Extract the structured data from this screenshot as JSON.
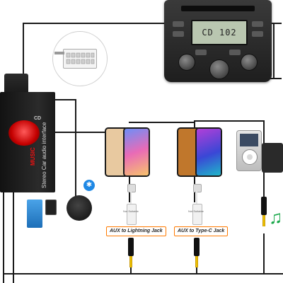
{
  "head_unit": {
    "display_text": "CD 102"
  },
  "interface_box": {
    "side_text": "Stereo Car audio interface",
    "brand_text": "MUSIC",
    "top_text": "CD"
  },
  "adapters": [
    {
      "label": "AUX to Lightning Jack",
      "small_text": "Not Suitable"
    },
    {
      "label": "AUX to Type-C Jack",
      "small_text": "Not Suitable"
    }
  ],
  "colors": {
    "label_border": "#ff7a00",
    "music_note": "#1aa84a",
    "bluetooth": "#1e88e5"
  },
  "icons": {
    "bluetooth": "bluetooth-icon",
    "music": "music-note-icon"
  }
}
